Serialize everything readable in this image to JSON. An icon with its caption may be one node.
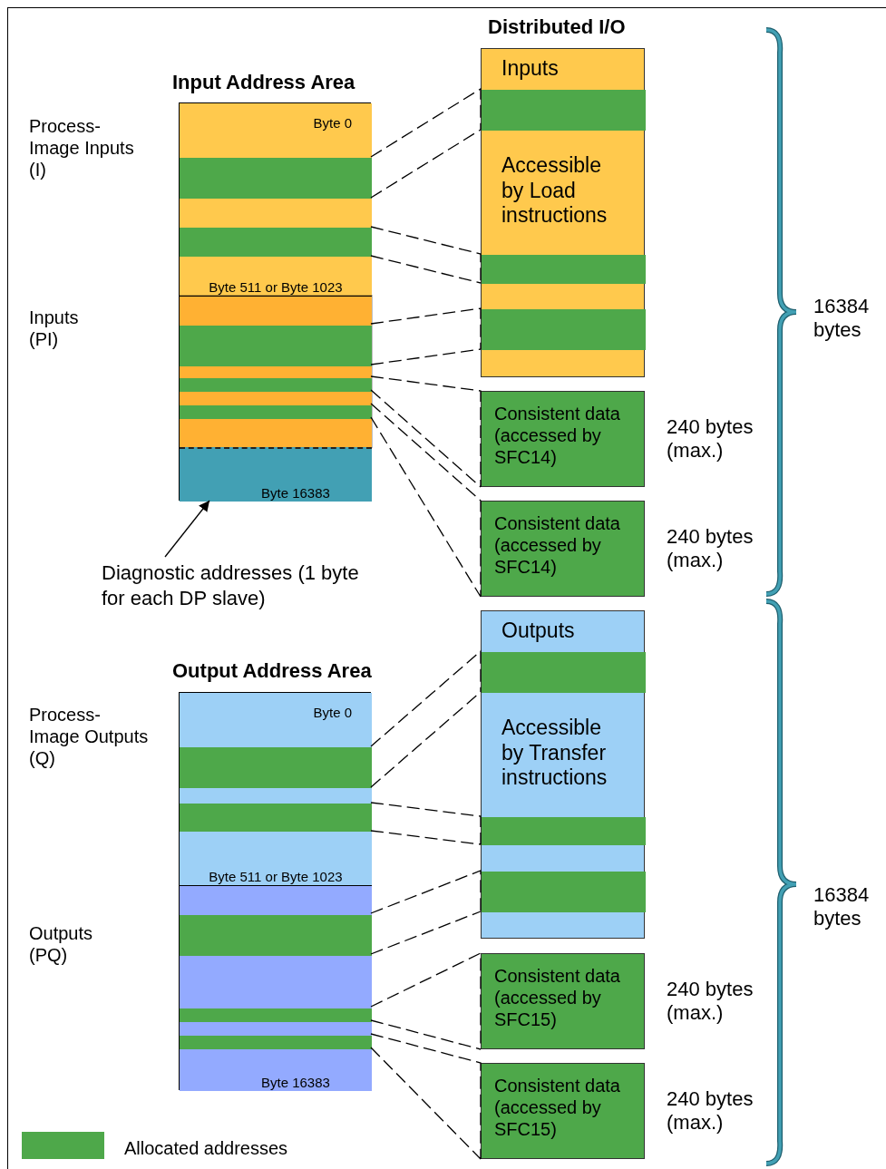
{
  "diagram": {
    "nodes": [
      {
        "text": [
          "Input Address Area"
        ]
      },
      {
        "text": [
          "Byte 0",
          "Byte 511 or Byte 1023"
        ],
        "in": 0,
        "beside": [
          "Process- Image Inputs (I)"
        ]
      },
      {
        "text": [],
        "shape": "bar",
        "in": 1
      },
      {
        "text": [],
        "shape": "bar",
        "in": 1
      },
      {
        "text": [],
        "shape": "box",
        "in": 0
      },
      {
        "text": [],
        "shape": "bar",
        "in": 4
      },
      {
        "text": [],
        "shape": "bar",
        "in": 4
      },
      {
        "text": [],
        "shape": "bar",
        "in": 4
      },
      {
        "text": [
          "Byte 16383"
        ],
        "in": 0
      },
      {
        "text": [
          "Diagnostic addresses (1 byte for each DP slave)"
        ]
      },
      {
        "text": [
          "Distributed I/O",
          "Inputs",
          "Accessible by Load instructions"
        ]
      },
      {
        "text": [],
        "shape": "bar",
        "in": 10
      },
      {
        "text": [],
        "shape": "bar",
        "in": 10
      },
      {
        "text": [],
        "shape": "bar",
        "in": 10
      },
      {
        "text": [
          "Consistent data (accessed by SFC14)"
        ],
        "beside": [
          "240 bytes (max.)"
        ]
      },
      {
        "text": [
          "Consistent data (accessed by SFC14)"
        ],
        "beside": [
          "240 bytes (max.)"
        ]
      },
      {
        "text": [
          "Output Address Area"
        ]
      },
      {
        "text": [
          "Byte 0",
          "Byte 511 or Byte 1023"
        ],
        "in": 16,
        "beside": [
          "Process- Image Outputs (Q)"
        ]
      },
      {
        "text": [],
        "shape": "bar",
        "in": 17
      },
      {
        "text": [],
        "shape": "bar",
        "in": 17
      },
      {
        "text": [
          "Byte 16383"
        ],
        "in": 16
      },
      {
        "text": [],
        "shape": "bar",
        "in": 20
      },
      {
        "text": [],
        "shape": "bar",
        "in": 20
      },
      {
        "text": [],
        "shape": "bar",
        "in": 20
      },
      {
        "text": [
          "Outputs",
          "Accessible by Transfer instructions"
        ]
      },
      {
        "text": [],
        "shape": "bar",
        "in": 24
      },
      {
        "text": [],
        "shape": "bar",
        "in": 24
      },
      {
        "text": [],
        "shape": "bar",
        "in": 24
      },
      {
        "text": [
          "Consistent data (accessed by SFC15)"
        ],
        "beside": [
          "240 bytes (max.)"
        ]
      },
      {
        "text": [
          "Consistent data (accessed by SFC15)"
        ],
        "beside": [
          "240 bytes (max.)"
        ]
      }
    ],
    "edges": [
      {
        "from": 9,
        "to": 8,
        "arrow": "to"
      },
      {
        "from": 2,
        "to": 11,
        "arrow": "none",
        "style": "dashed"
      },
      {
        "from": 3,
        "to": 12,
        "arrow": "none",
        "style": "dashed"
      },
      {
        "from": 5,
        "to": 13,
        "arrow": "none",
        "style": "dashed"
      },
      {
        "from": 6,
        "to": 14,
        "arrow": "none",
        "style": "dashed"
      },
      {
        "from": 7,
        "to": 15,
        "arrow": "none",
        "style": "dashed"
      },
      {
        "from": 18,
        "to": 25,
        "arrow": "none",
        "style": "dashed"
      },
      {
        "from": 19,
        "to": 26,
        "arrow": "none",
        "style": "dashed"
      },
      {
        "from": 21,
        "to": 27,
        "arrow": "none",
        "style": "dashed"
      },
      {
        "from": 22,
        "to": 28,
        "arrow": "none",
        "style": "dashed"
      },
      {
        "from": 23,
        "to": 29,
        "arrow": "none",
        "style": "dashed"
      }
    ],
    "labels": [
      "16384 bytes",
      "Inputs (PI)",
      "16384 bytes",
      "Outputs (PQ)"
    ],
    "legend": [
      {
        "text": "Allocated addresses",
        "color": "#4ea84a"
      }
    ]
  }
}
